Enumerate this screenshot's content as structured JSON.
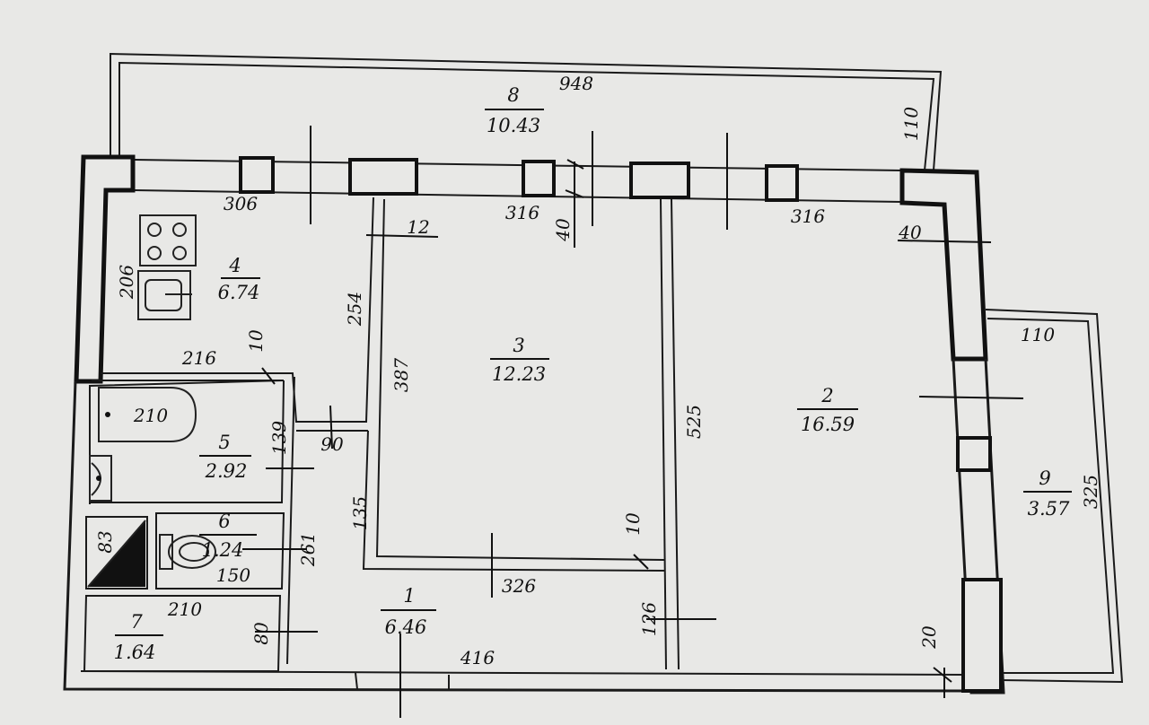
{
  "rooms": [
    {
      "id": "1",
      "area": "6.46"
    },
    {
      "id": "2",
      "area": "16.59"
    },
    {
      "id": "3",
      "area": "12.23"
    },
    {
      "id": "4",
      "area": "6.74"
    },
    {
      "id": "5",
      "area": "2.92"
    },
    {
      "id": "6",
      "area": "1.24"
    },
    {
      "id": "7",
      "area": "1.64"
    },
    {
      "id": "8",
      "area": "10.43"
    },
    {
      "id": "9",
      "area": "3.57"
    }
  ],
  "dimensions": {
    "d948": "948",
    "d110_top": "110",
    "d306": "306",
    "d316_a": "316",
    "d316_b": "316",
    "d40_a": "40",
    "d40_b": "40",
    "d12": "12",
    "d206": "206",
    "d254": "254",
    "d10_a": "10",
    "d216": "216",
    "d387": "387",
    "d210_bath": "210",
    "d139": "139",
    "d90": "90",
    "d525": "525",
    "d110_right": "110",
    "d135": "135",
    "d83": "83",
    "d261": "261",
    "d150": "150",
    "d10_b": "10",
    "d326": "326",
    "d210_store": "210",
    "d126": "126",
    "d80": "80",
    "d416": "416",
    "d325": "325",
    "d20": "20"
  },
  "colors": {
    "paper": "#e8e8e6",
    "ink": "#111111"
  }
}
